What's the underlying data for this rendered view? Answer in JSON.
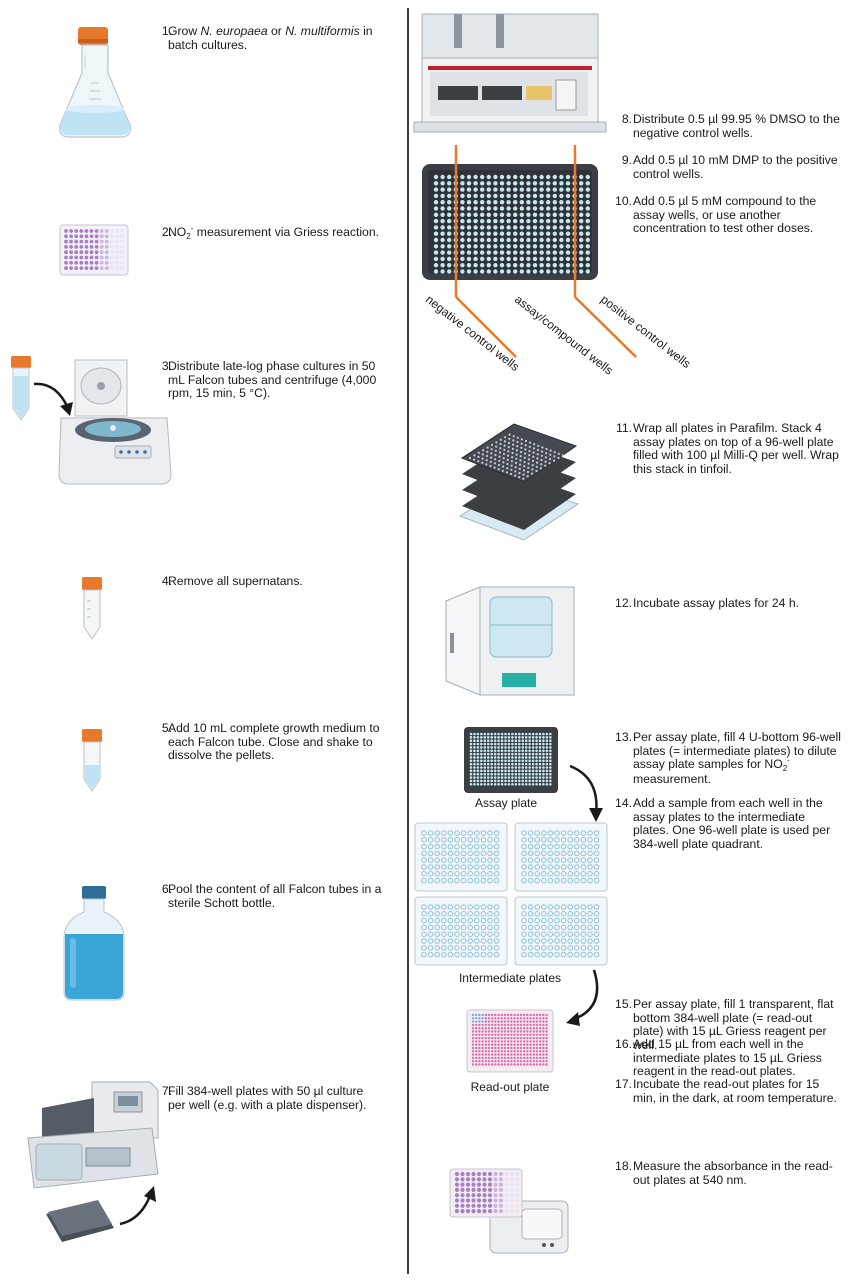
{
  "colors": {
    "orange": "#e8782b",
    "flask_liquid": "#bfe3f2",
    "bottle_liquid": "#3aa6d8",
    "plate_dark": "#3b3e43",
    "well_light": "#c6e7f0",
    "purple_well": "#a97fc4",
    "pink_well": "#e26aa9"
  },
  "left_steps": [
    {
      "num": "1.",
      "pre": "Grow ",
      "em1": "N. europaea",
      "mid": " or ",
      "em2": "N. multiformis",
      "post": " in batch cultures."
    },
    {
      "num": "2.",
      "pre": "NO",
      "sub": "2",
      "sup": "-",
      "post": " measurement via Griess reaction."
    },
    {
      "num": "3.",
      "text": "Distribute late-log phase cultures in 50 mL Falcon tubes and centrifuge (4,000 rpm, 15 min, 5 °C)."
    },
    {
      "num": "4.",
      "text": "Remove all supernatans."
    },
    {
      "num": "5.",
      "text": "Add 10 mL complete growth medium to each Falcon tube. Close and shake to dissolve the pellets."
    },
    {
      "num": "6.",
      "text": "Pool the content of all Falcon tubes in a sterile Schott bottle."
    },
    {
      "num": "7.",
      "text": "Fill 384-well plates with 50 µl culture per well (e.g. with a plate dispenser)."
    }
  ],
  "right_steps": [
    {
      "num": "8.",
      "text": "Distribute 0.5 µl 99.95 % DMSO to the negative  control wells."
    },
    {
      "num": "9.",
      "text": "Add 0.5 µl 10 mM DMP to the positive control wells."
    },
    {
      "num": "10.",
      "text": "Add 0.5 µl 5 mM compound to the assay wells, or use another concentration to test other doses."
    },
    {
      "num": "11.",
      "text": "Wrap all plates in Parafilm. Stack 4 assay plates on top of a 96-well plate filled with 100 µl Milli-Q per well. Wrap this stack in tinfoil."
    },
    {
      "num": "12.",
      "text": "Incubate assay plates for 24 h."
    },
    {
      "num": "13.",
      "pre": "Per assay plate, fill 4 U-bottom 96-well plates (= intermediate plates) to dilute assay plate samples for NO",
      "sub": "2",
      "sup": "-",
      "post": " measurement."
    },
    {
      "num": "14.",
      "text": "Add a sample from each well in the assay plates to the intermediate plates. One 96-well plate is used per 384-well plate quadrant."
    },
    {
      "num": "15.",
      "text": "Per assay plate, fill 1 transparent, flat bottom 384-well plate (= read-out plate) with 15 µL Griess reagent per well."
    },
    {
      "num": "16.",
      "text": "Add 15 µL from each well in the intermediate plates to 15 µL Griess reagent in the read-out plates."
    },
    {
      "num": "17.",
      "text": "Incubate the read-out plates for 15 min, in the dark, at room temperature."
    },
    {
      "num": "18.",
      "text": "Measure the absorbance in the read-out plates at 540 nm."
    }
  ],
  "plate_labels": {
    "negative": "negative control wells",
    "assay": "assay/compound wells",
    "positive": "positive control wells",
    "assay_plate": "Assay plate",
    "intermediate": "Intermediate plates",
    "readout": "Read-out plate"
  },
  "icons": [
    "erlenmeyer-flask-icon",
    "96-well-plate-icon",
    "centrifuge-icon",
    "falcon-tube-icon",
    "schott-bottle-icon",
    "plate-dispenser-icon",
    "liquid-handler-icon",
    "384-well-plate-icon",
    "plate-stack-icon",
    "incubator-icon",
    "plate-reader-icon"
  ]
}
